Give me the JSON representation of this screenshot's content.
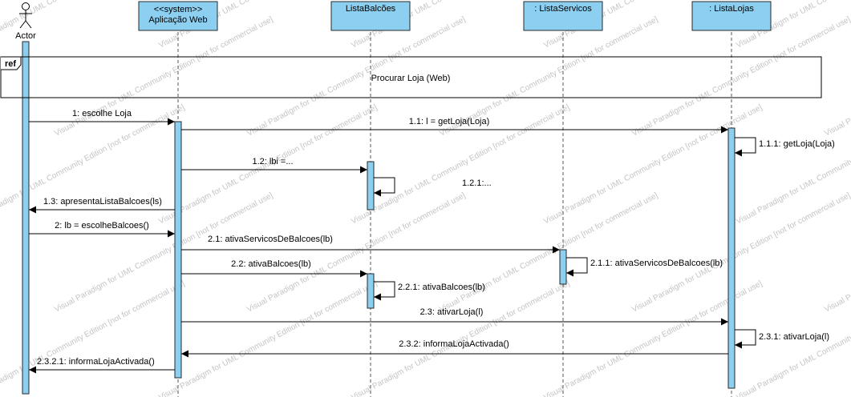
{
  "diagram": {
    "actor": {
      "label": "Actor"
    },
    "lifelines": [
      {
        "id": "web",
        "stereotype": "<<system>>",
        "label": "Aplicação Web"
      },
      {
        "id": "balcoes",
        "label": "ListaBalcões"
      },
      {
        "id": "servicos",
        "label": ": ListaServicos"
      },
      {
        "id": "lojas",
        "label": ": ListaLojas"
      }
    ],
    "ref": {
      "tag": "ref",
      "label": "Procurar Loja (Web)"
    },
    "messages": [
      {
        "label": "1: escolhe Loja"
      },
      {
        "label": "1.1: l = getLoja(Loja)"
      },
      {
        "label": "1.1.1: getLoja(Loja)"
      },
      {
        "label": "1.2: lbi =..."
      },
      {
        "label": "1.2.1:..."
      },
      {
        "label": "1.3: apresentaListaBalcoes(ls)"
      },
      {
        "label": "2: lb = escolheBalcoes()"
      },
      {
        "label": "2.1: ativaServicosDeBalcoes(lb)"
      },
      {
        "label": "2.1.1: ativaServicosDeBalcoes(lb)"
      },
      {
        "label": "2.2: ativaBalcoes(lb)"
      },
      {
        "label": "2.2.1: ativaBalcoes(lb)"
      },
      {
        "label": "2.3: ativarLoja(l)"
      },
      {
        "label": "2.3.1: ativarLoja(l)"
      },
      {
        "label": "2.3.2: informaLojaActivada()"
      },
      {
        "label": "2.3.2.1: informaLojaActivada()"
      }
    ],
    "watermark": "Visual Paradigm for UML Community Edition [not for commercial use]"
  }
}
